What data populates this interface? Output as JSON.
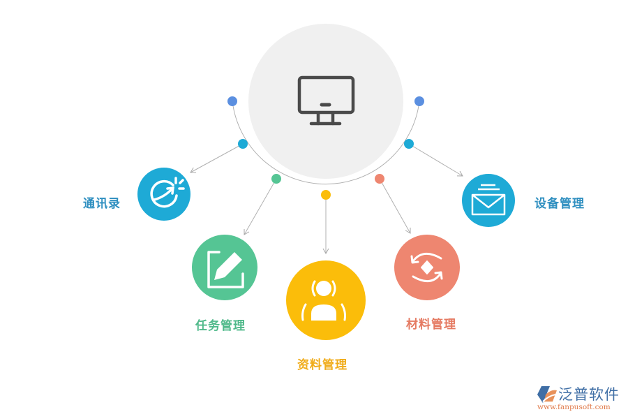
{
  "center": {
    "icon": "monitor-icon",
    "fill": "#f0f0f0",
    "icon_color": "#4a4a4a"
  },
  "nodes": [
    {
      "label": "通讯录",
      "icon": "clock-arrow-icon",
      "color": "#1eaad6",
      "text_color": "#2f8fc0"
    },
    {
      "label": "任务管理",
      "icon": "edit-icon",
      "color": "#55c594",
      "text_color": "#4fb98a"
    },
    {
      "label": "资料管理",
      "icon": "user-icon",
      "color": "#fbbd0a",
      "text_color": "#f0ac1a"
    },
    {
      "label": "材料管理",
      "icon": "refresh-icon",
      "color": "#ee8670",
      "text_color": "#e57a62"
    },
    {
      "label": "设备管理",
      "icon": "mail-icon",
      "color": "#1eaad6",
      "text_color": "#2f8fc0"
    }
  ],
  "arc_dots": [
    {
      "color": "#5b8fe0"
    },
    {
      "color": "#1eaad6"
    },
    {
      "color": "#55c594"
    },
    {
      "color": "#fbbd0a"
    },
    {
      "color": "#ee8670"
    },
    {
      "color": "#1eaad6"
    },
    {
      "color": "#5b8fe0"
    }
  ],
  "logo": {
    "name": "泛普软件",
    "url": "www.fanpusoft.com"
  }
}
